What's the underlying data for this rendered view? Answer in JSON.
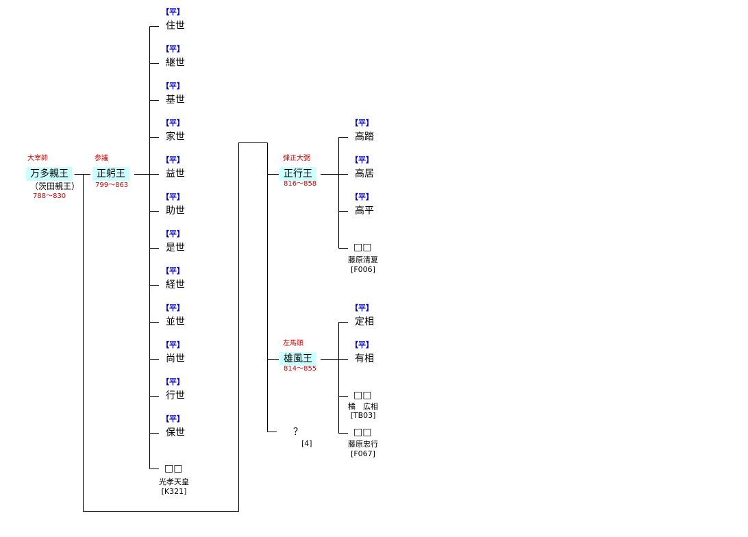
{
  "root": {
    "title": "大宰帥",
    "name": "万多親王",
    "alias": "（茨田親王）",
    "dates": "788〜830"
  },
  "son": {
    "title": "参議",
    "name": "正躬王",
    "dates": "799〜863"
  },
  "children": [
    {
      "clan": "【平】",
      "name": "住世"
    },
    {
      "clan": "【平】",
      "name": "継世"
    },
    {
      "clan": "【平】",
      "name": "基世"
    },
    {
      "clan": "【平】",
      "name": "家世"
    },
    {
      "clan": "【平】",
      "name": "益世"
    },
    {
      "clan": "【平】",
      "name": "助世"
    },
    {
      "clan": "【平】",
      "name": "是世"
    },
    {
      "clan": "【平】",
      "name": "経世"
    },
    {
      "clan": "【平】",
      "name": "並世"
    },
    {
      "clan": "【平】",
      "name": "尚世"
    },
    {
      "clan": "【平】",
      "name": "行世"
    },
    {
      "clan": "【平】",
      "name": "保世"
    }
  ],
  "daughter": {
    "name": "□□",
    "spouse": "光孝天皇",
    "ref": "[K321]"
  },
  "branch1": {
    "title": "弾正大弼",
    "name": "正行王",
    "dates": "816〜858",
    "children": [
      {
        "clan": "【平】",
        "name": "高踏"
      },
      {
        "clan": "【平】",
        "name": "高居"
      },
      {
        "clan": "【平】",
        "name": "高平"
      }
    ],
    "daughter": {
      "name": "□□",
      "spouse": "藤原清夏",
      "ref": "[F006]"
    }
  },
  "branch2": {
    "title": "左馬頭",
    "name": "雄風王",
    "dates": "814〜855",
    "children": [
      {
        "clan": "【平】",
        "name": "定相"
      },
      {
        "clan": "【平】",
        "name": "有相"
      }
    ],
    "daughters": [
      {
        "name": "□□",
        "spouse": "橘　広相",
        "ref": "[TB03]"
      },
      {
        "name": "□□",
        "spouse": "藤原忠行",
        "ref": "[F067]"
      }
    ]
  },
  "unknown": {
    "name": "？",
    "ref": "[4]"
  }
}
